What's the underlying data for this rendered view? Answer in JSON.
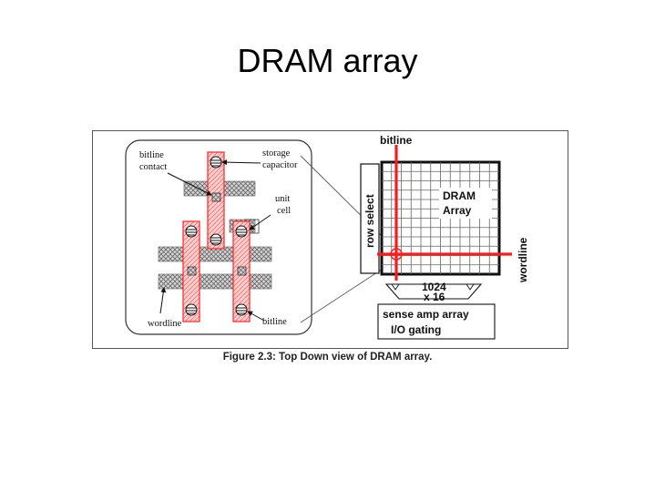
{
  "slide": {
    "title": "DRAM array"
  },
  "figure": {
    "labels": {
      "bitline_contact_1": "bitline",
      "bitline_contact_2": "contact",
      "storage_capacitor_1": "storage",
      "storage_capacitor_2": "capacitor",
      "unit_cell_1": "unit",
      "unit_cell_2": "cell",
      "wordline_left": "wordline",
      "bitline_left": "bitline",
      "bitline_top": "bitline",
      "row_select": "row select",
      "dram_array_1": "DRAM",
      "dram_array_2": "Array",
      "wordline_right": "wordline",
      "mux_1": "1024",
      "mux_2": "x 16",
      "sense_amp_1": "sense amp array",
      "sense_amp_2": "I/O gating"
    },
    "caption_label": "Figure 2.3:",
    "caption_text": " Top Down view of DRAM array.",
    "colors": {
      "highlight": "#ff1a1a",
      "grid": "#444444",
      "hatch": "#777777"
    }
  }
}
